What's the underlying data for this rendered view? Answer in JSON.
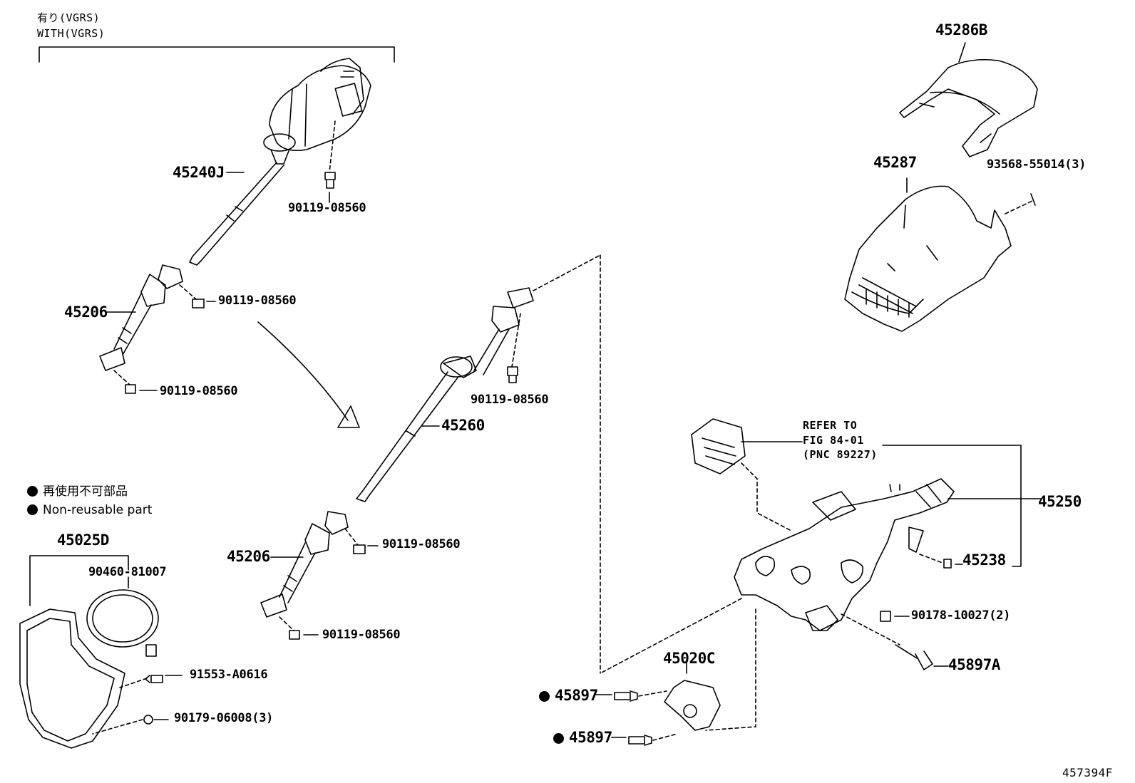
{
  "header": {
    "variant_jp": "有り(VGRS)",
    "variant_en": "WITH(VGRS)"
  },
  "legend": {
    "jp": "再使用不可部品",
    "en": "Non-reusable part"
  },
  "refer": {
    "line1": "REFER TO",
    "line2": "FIG 84-01",
    "line3": "(PNC 89227)"
  },
  "figure_id": "457394F",
  "parts": {
    "p45240J": "45240J",
    "p90119_a": "90119-08560",
    "p45206_a": "45206",
    "p90119_b": "90119-08560",
    "p90119_c": "90119-08560",
    "p45260": "45260",
    "p90119_d": "90119-08560",
    "p45206_b": "45206",
    "p90119_e": "90119-08560",
    "p90119_f": "90119-08560",
    "p45286B": "45286B",
    "p45287": "45287",
    "p93568": "93568-55014(3)",
    "p45250": "45250",
    "p45238": "45238",
    "p90178": "90178-10027(2)",
    "p45897A": "45897A",
    "p45020C": "45020C",
    "p45897_a": "45897",
    "p45897_b": "45897",
    "p45025D": "45025D",
    "p90460": "90460-81007",
    "p91553": "91553-A0616",
    "p90179": "90179-06008(3)"
  }
}
